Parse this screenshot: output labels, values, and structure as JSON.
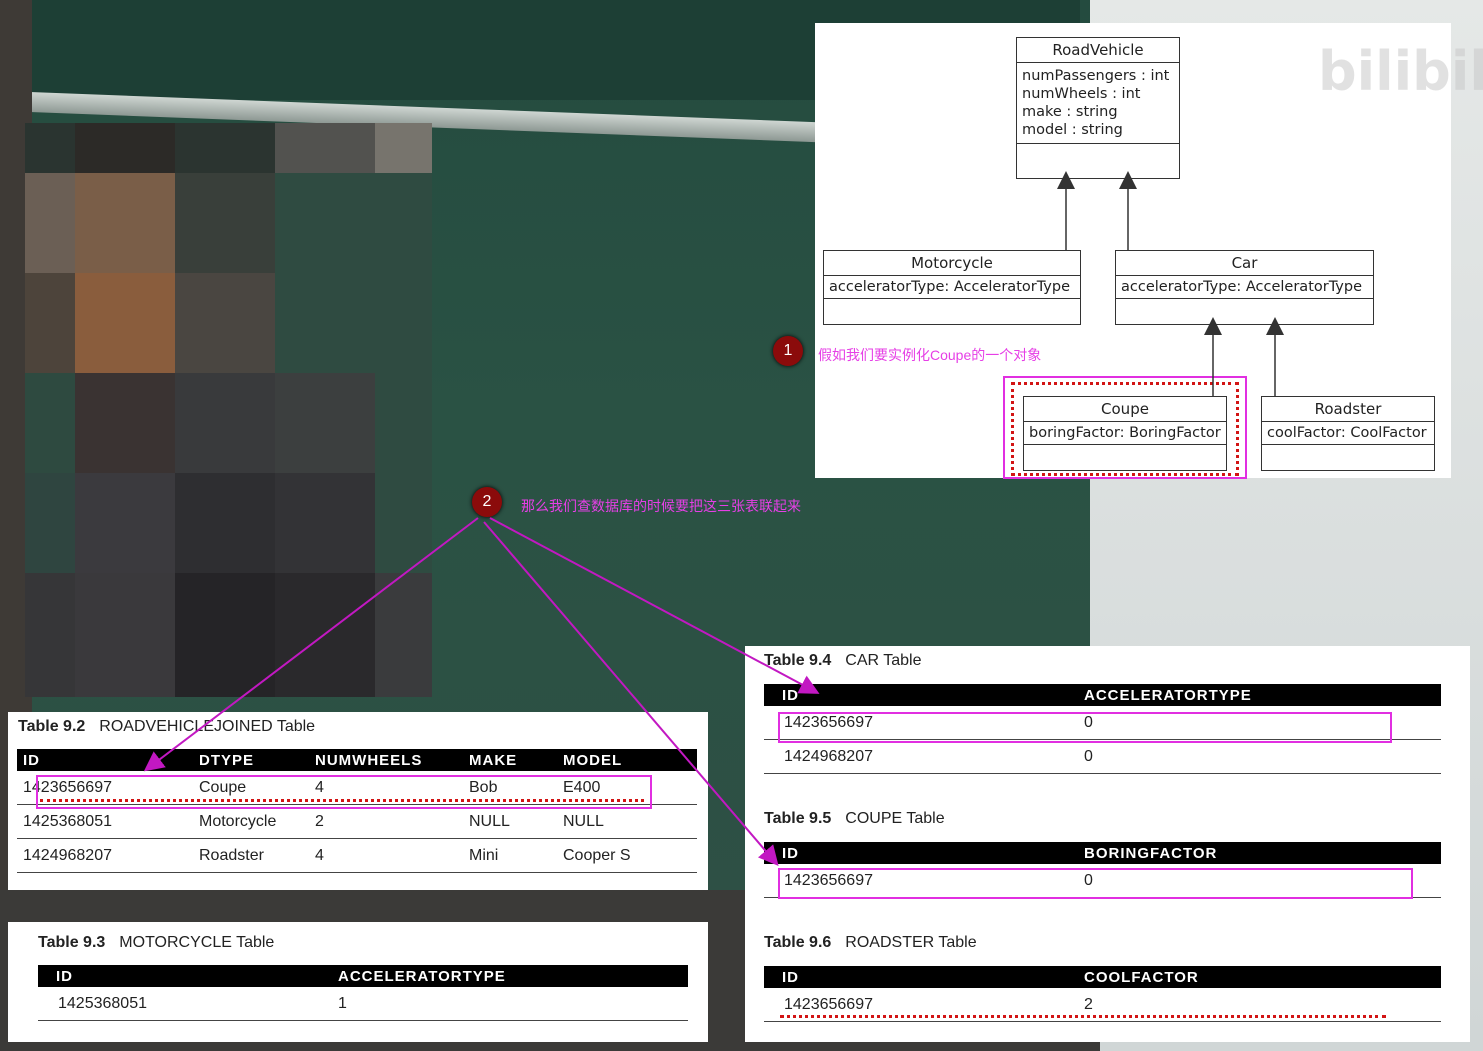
{
  "uml": {
    "road_vehicle": {
      "name": "RoadVehicle",
      "attrs": [
        "numPassengers : int",
        "numWheels : int",
        "make : string",
        "model : string"
      ]
    },
    "motorcycle": {
      "name": "Motorcycle",
      "attr": "acceleratorType: AcceleratorType"
    },
    "car": {
      "name": "Car",
      "attr": "acceleratorType: AcceleratorType"
    },
    "coupe": {
      "name": "Coupe",
      "attr": "boringFactor: BoringFactor"
    },
    "roadster": {
      "name": "Roadster",
      "attr": "coolFactor: CoolFactor"
    }
  },
  "annotations": [
    {
      "num": "1",
      "text": "假如我们要实例化Coupe的一个对象"
    },
    {
      "num": "2",
      "text": "那么我们查数据库的时候要把这三张表联起来"
    }
  ],
  "watermark": "bilibili",
  "tables": {
    "t92": {
      "label": "Table 9.2",
      "name": "ROADVEHICLEJOINED Table",
      "headers": [
        "ID",
        "DTYPE",
        "NUMWHEELS",
        "MAKE",
        "MODEL"
      ],
      "rows": [
        [
          "1423656697",
          "Coupe",
          "4",
          "Bob",
          "E400"
        ],
        [
          "1425368051",
          "Motorcycle",
          "2",
          "NULL",
          "NULL"
        ],
        [
          "1424968207",
          "Roadster",
          "4",
          "Mini",
          "Cooper S"
        ]
      ]
    },
    "t93": {
      "label": "Table 9.3",
      "name": "MOTORCYCLE Table",
      "headers": [
        "ID",
        "ACCELERATORTYPE"
      ],
      "rows": [
        [
          "1425368051",
          "1"
        ]
      ]
    },
    "t94": {
      "label": "Table 9.4",
      "name": "CAR Table",
      "headers": [
        "ID",
        "ACCELERATORTYPE"
      ],
      "rows": [
        [
          "1423656697",
          "0"
        ],
        [
          "1424968207",
          "0"
        ]
      ]
    },
    "t95": {
      "label": "Table 9.5",
      "name": "COUPE Table",
      "headers": [
        "ID",
        "BORINGFACTOR"
      ],
      "rows": [
        [
          "1423656697",
          "0"
        ]
      ]
    },
    "t96": {
      "label": "Table 9.6",
      "name": "ROADSTER Table",
      "headers": [
        "ID",
        "COOLFACTOR"
      ],
      "rows": [
        [
          "1423656697",
          "2"
        ]
      ]
    }
  },
  "colors": {
    "annotation": "#e63fe6",
    "marker": "#8b0b0b",
    "dotted": "#d21414"
  }
}
